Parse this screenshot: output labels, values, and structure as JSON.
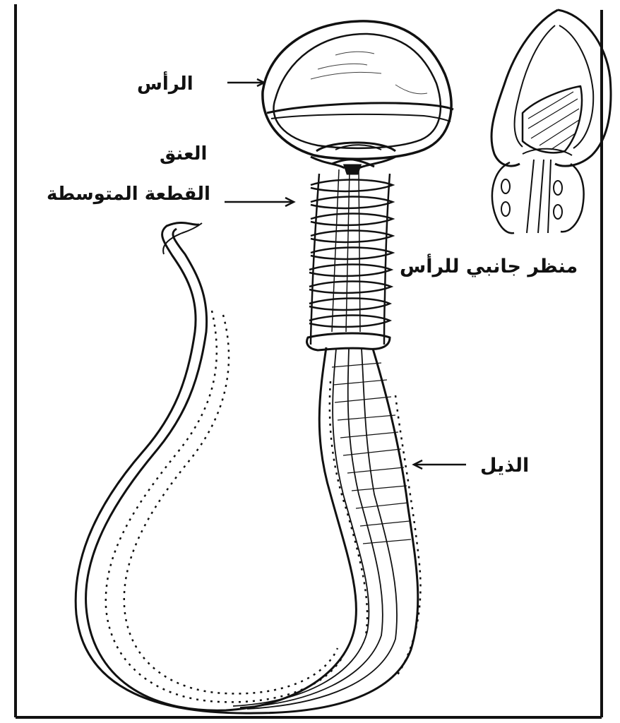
{
  "labels": {
    "head": "الرأس",
    "neck": "العنق",
    "midpiece": "القطعة المتوسطة",
    "side_view": "منظر جانبي للرأس",
    "tail": "الذيل"
  },
  "colors": {
    "ink": "#111111",
    "paper": "#ffffff"
  }
}
